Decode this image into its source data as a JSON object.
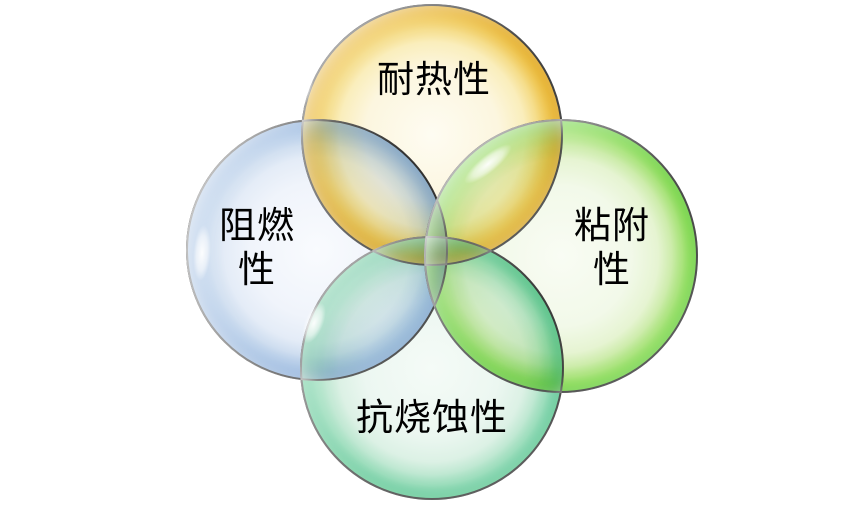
{
  "diagram": {
    "type": "venn-bubble-diagram",
    "background_color": "#ffffff",
    "text_color": "#000000",
    "outline_color": "#141414",
    "circles": [
      {
        "position": "top",
        "label": "耐热性",
        "rim_color": "#dfa51e",
        "fill_color": "#fcf6df"
      },
      {
        "position": "left",
        "label": "阻燃\n性",
        "rim_color": "#7fa5d4",
        "fill_color": "#f0f4fb"
      },
      {
        "position": "right",
        "label": "粘附\n性",
        "rim_color": "#5ecb2e",
        "fill_color": "#f2f9e9"
      },
      {
        "position": "bottom",
        "label": "抗烧蚀性",
        "rim_color": "#4cc186",
        "fill_color": "#ecf7f1"
      }
    ]
  }
}
